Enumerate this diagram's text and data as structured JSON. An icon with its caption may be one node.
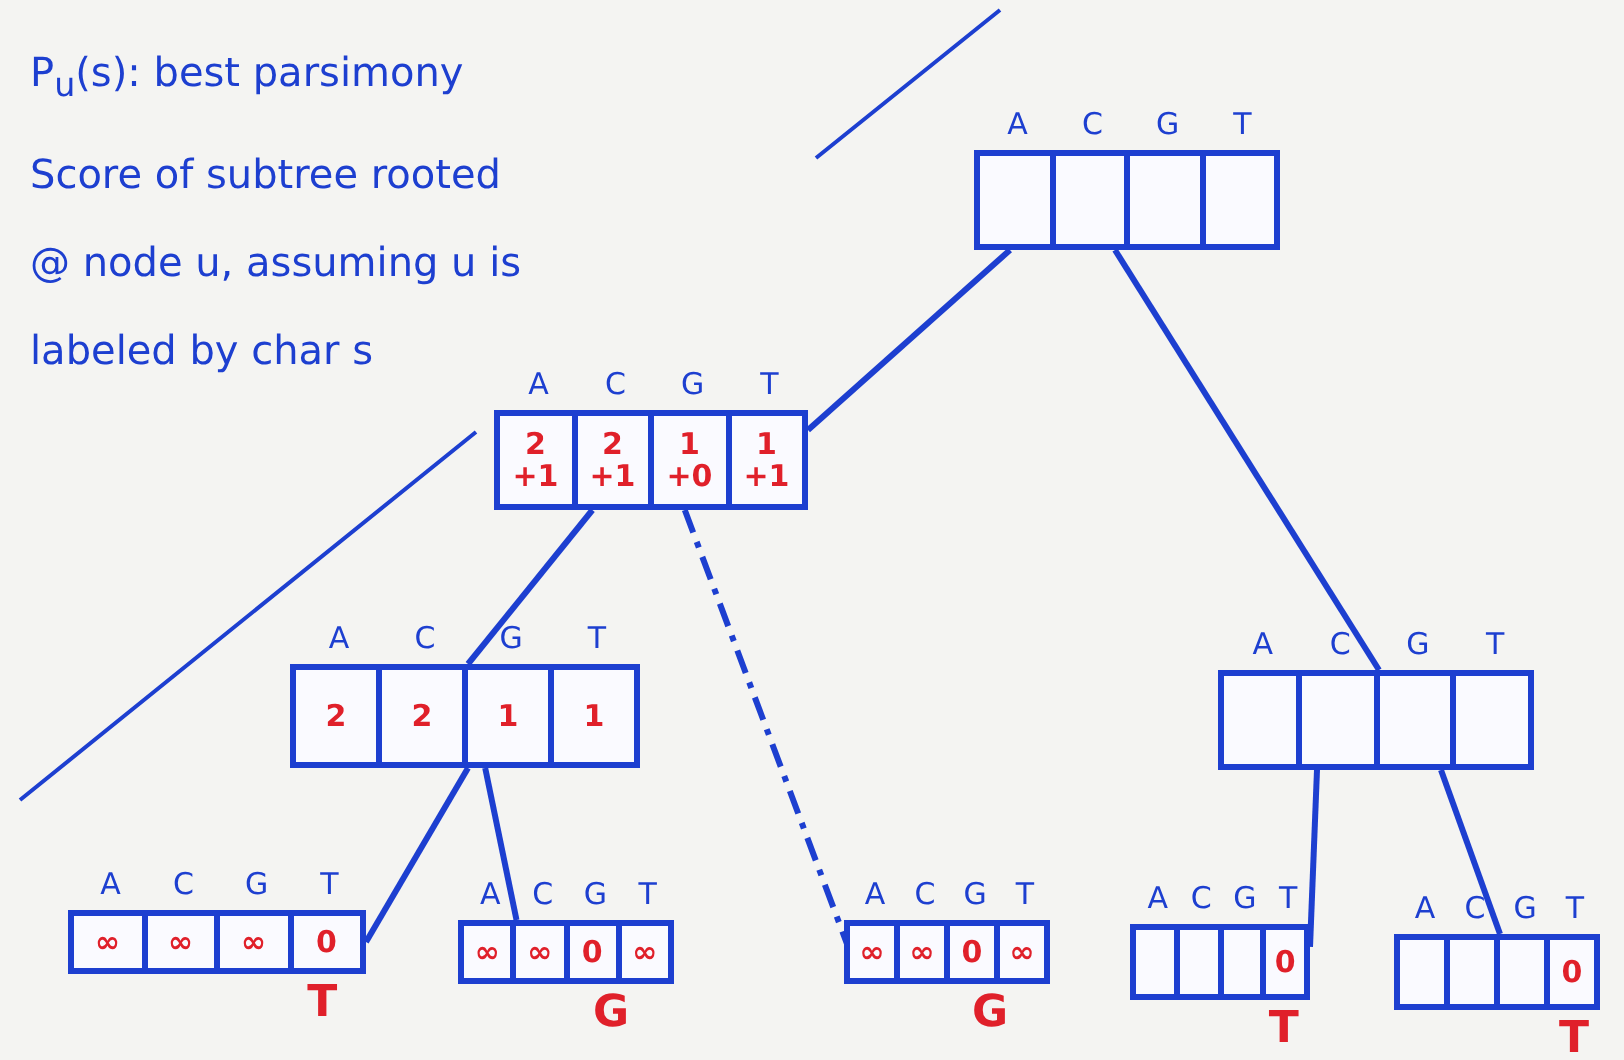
{
  "diagram": {
    "nodes": [
      {
        "text": [
          "A",
          "C",
          "G",
          "T"
        ]
      },
      {
        "text": [],
        "shape": "box",
        "in": 0
      },
      {
        "text": [],
        "shape": "box",
        "in": 0
      },
      {
        "text": [],
        "shape": "box",
        "in": 0
      },
      {
        "text": [],
        "shape": "box",
        "in": 0
      },
      {
        "text": [
          "A",
          "C",
          "G",
          "T"
        ]
      },
      {
        "text": [
          "2 +1"
        ],
        "in": 5
      },
      {
        "text": [
          "2 +1"
        ],
        "in": 5
      },
      {
        "text": [
          "1 +0"
        ],
        "in": 5
      },
      {
        "text": [
          "1 +1"
        ],
        "in": 5
      },
      {
        "text": [
          "A",
          "C",
          "G",
          "T"
        ]
      },
      {
        "text": [
          "2"
        ],
        "in": 10
      },
      {
        "text": [
          "2"
        ],
        "in": 10
      },
      {
        "text": [
          "1"
        ],
        "in": 10
      },
      {
        "text": [
          "1"
        ],
        "in": 10
      },
      {
        "text": [
          "A",
          "C",
          "G",
          "T"
        ]
      },
      {
        "text": [],
        "shape": "box",
        "in": 15
      },
      {
        "text": [],
        "shape": "box",
        "in": 15
      },
      {
        "text": [],
        "shape": "box",
        "in": 15
      },
      {
        "text": [],
        "shape": "box",
        "in": 15
      },
      {
        "text": [
          "A",
          "C",
          "G",
          "T"
        ],
        "beside": [
          "T"
        ]
      },
      {
        "text": [
          "∞"
        ],
        "in": 20
      },
      {
        "text": [
          "∞"
        ],
        "in": 20
      },
      {
        "text": [
          "∞"
        ],
        "in": 20
      },
      {
        "text": [
          "0"
        ],
        "in": 20
      },
      {
        "text": [
          "A",
          "C",
          "G",
          "T"
        ],
        "beside": [
          "G"
        ]
      },
      {
        "text": [
          "∞"
        ],
        "in": 25
      },
      {
        "text": [
          "∞"
        ],
        "in": 25
      },
      {
        "text": [
          "0"
        ],
        "in": 25
      },
      {
        "text": [
          "∞"
        ],
        "in": 25
      },
      {
        "text": [
          "A",
          "C",
          "G",
          "T"
        ],
        "beside": [
          "G"
        ]
      },
      {
        "text": [
          "∞"
        ],
        "in": 30
      },
      {
        "text": [
          "∞"
        ],
        "in": 30
      },
      {
        "text": [
          "0"
        ],
        "in": 30
      },
      {
        "text": [
          "∞"
        ],
        "in": 30
      },
      {
        "text": [
          "A",
          "C",
          "G",
          "T"
        ],
        "beside": [
          "T"
        ]
      },
      {
        "text": [],
        "shape": "box",
        "in": 35
      },
      {
        "text": [],
        "shape": "box",
        "in": 35
      },
      {
        "text": [],
        "shape": "box",
        "in": 35
      },
      {
        "text": [
          "0"
        ],
        "in": 35
      },
      {
        "text": [
          "A",
          "C",
          "G",
          "T"
        ],
        "beside": [
          "T"
        ]
      },
      {
        "text": [],
        "shape": "box",
        "in": 40
      },
      {
        "text": [],
        "shape": "box",
        "in": 40
      },
      {
        "text": [],
        "shape": "box",
        "in": 40
      },
      {
        "text": [
          "0"
        ],
        "in": 40
      }
    ],
    "edges": [
      {
        "from": 0,
        "to": 5,
        "arrow": "none"
      },
      {
        "from": 0,
        "to": 15,
        "arrow": "none"
      },
      {
        "from": 5,
        "to": 10,
        "arrow": "none"
      },
      {
        "from": 5,
        "to": 30,
        "arrow": "none",
        "style": "dashed"
      },
      {
        "from": 10,
        "to": 20,
        "arrow": "none"
      },
      {
        "from": 10,
        "to": 25,
        "arrow": "none"
      },
      {
        "from": 15,
        "to": 35,
        "arrow": "none"
      },
      {
        "from": 15,
        "to": 40,
        "arrow": "none"
      }
    ],
    "labels": [
      "P$_{u}$(s): best parsimony Score of subtree rooted @ node u, assuming u is labeled by char s"
    ]
  }
}
